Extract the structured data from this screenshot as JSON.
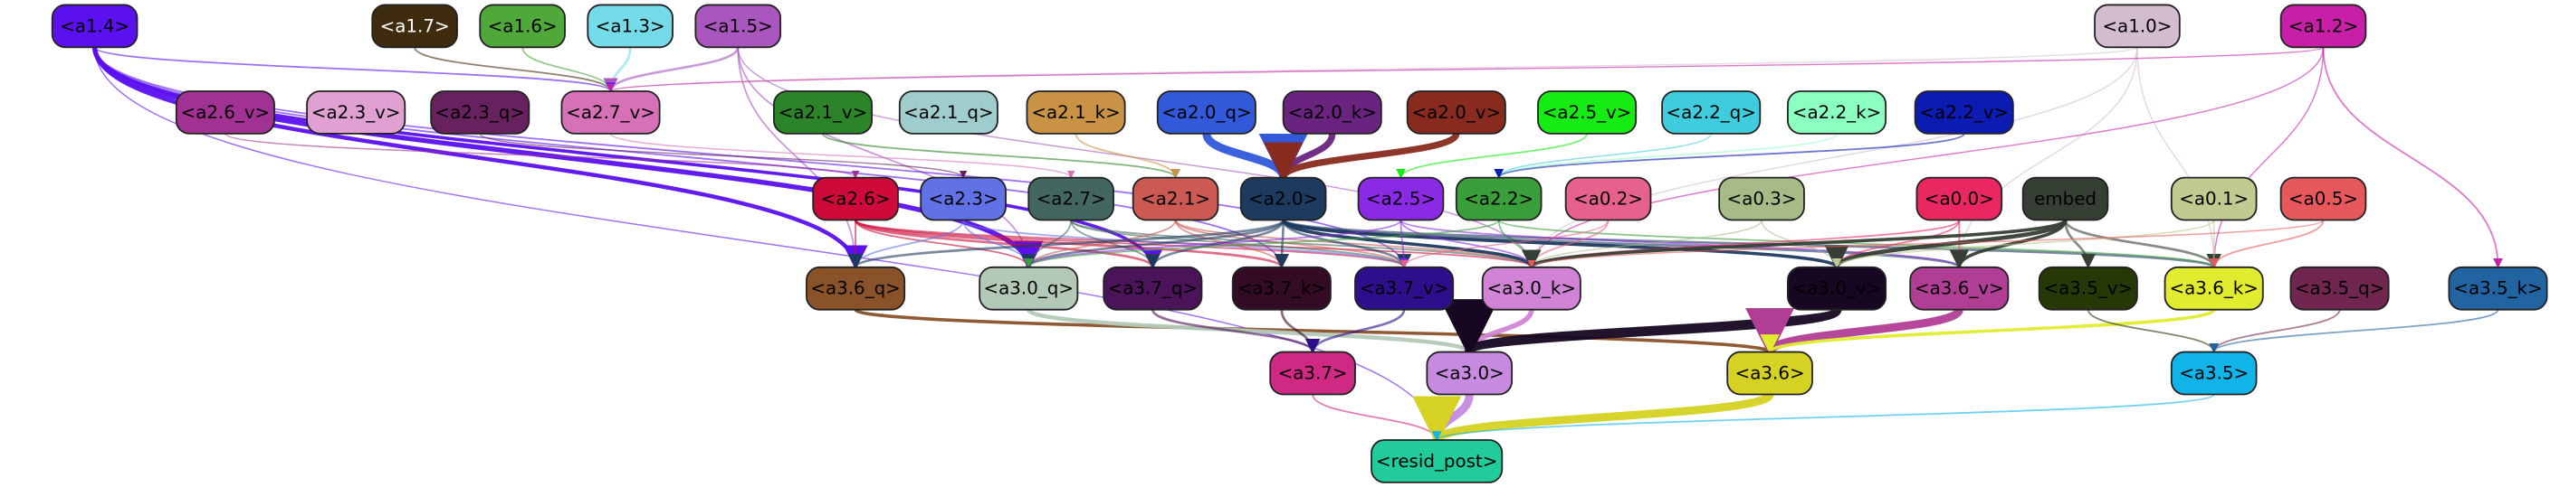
{
  "nodes": [
    {
      "id": "a1_4",
      "label": "<a1.4>",
      "color": "#5b10ee",
      "text": "#000000"
    },
    {
      "id": "a1_7",
      "label": "<a1.7>",
      "color": "#3f2c0e",
      "text": "#ffffff"
    },
    {
      "id": "a1_6",
      "label": "<a1.6>",
      "color": "#4ea83a",
      "text": "#000000"
    },
    {
      "id": "a1_3",
      "label": "<a1.3>",
      "color": "#76dbe8",
      "text": "#000000"
    },
    {
      "id": "a1_5",
      "label": "<a1.5>",
      "color": "#a956be",
      "text": "#000000"
    },
    {
      "id": "a1_0",
      "label": "<a1.0>",
      "color": "#d4bcd0",
      "text": "#000000"
    },
    {
      "id": "a1_2",
      "label": "<a1.2>",
      "color": "#c81fa8",
      "text": "#000000"
    },
    {
      "id": "a2_6_v",
      "label": "<a2.6_v>",
      "color": "#a13192",
      "text": "#000000"
    },
    {
      "id": "a2_3_v",
      "label": "<a2.3_v>",
      "color": "#e0a0d2",
      "text": "#000000"
    },
    {
      "id": "a2_3_q",
      "label": "<a2.3_q>",
      "color": "#67215e",
      "text": "#000000"
    },
    {
      "id": "a2_7_v",
      "label": "<a2.7_v>",
      "color": "#d671b7",
      "text": "#000000"
    },
    {
      "id": "a2_1_v",
      "label": "<a2.1_v>",
      "color": "#2b8427",
      "text": "#000000"
    },
    {
      "id": "a2_1_q",
      "label": "<a2.1_q>",
      "color": "#9fcdcd",
      "text": "#000000"
    },
    {
      "id": "a2_1_k",
      "label": "<a2.1_k>",
      "color": "#c99244",
      "text": "#000000"
    },
    {
      "id": "a2_0_q",
      "label": "<a2.0_q>",
      "color": "#3159da",
      "text": "#000000"
    },
    {
      "id": "a2_0_k",
      "label": "<a2.0_k>",
      "color": "#6a237f",
      "text": "#000000"
    },
    {
      "id": "a2_0_v",
      "label": "<a2.0_v>",
      "color": "#882b1e",
      "text": "#000000"
    },
    {
      "id": "a2_5_v",
      "label": "<a2.5_v>",
      "color": "#16eb13",
      "text": "#000000"
    },
    {
      "id": "a2_2_q",
      "label": "<a2.2_q>",
      "color": "#3fcddd",
      "text": "#000000"
    },
    {
      "id": "a2_2_k",
      "label": "<a2.2_k>",
      "color": "#8affbf",
      "text": "#000000"
    },
    {
      "id": "a2_2_v",
      "label": "<a2.2_v>",
      "color": "#0c1bb2",
      "text": "#000000"
    },
    {
      "id": "a2_6",
      "label": "<a2.6>",
      "color": "#cd0a39",
      "text": "#000000"
    },
    {
      "id": "a2_3",
      "label": "<a2.3>",
      "color": "#6072e5",
      "text": "#000000"
    },
    {
      "id": "a2_7",
      "label": "<a2.7>",
      "color": "#43675f",
      "text": "#000000"
    },
    {
      "id": "a2_1",
      "label": "<a2.1>",
      "color": "#cc5a53",
      "text": "#000000"
    },
    {
      "id": "a2_0",
      "label": "<a2.0>",
      "color": "#1d3a5f",
      "text": "#000000"
    },
    {
      "id": "a2_5",
      "label": "<a2.5>",
      "color": "#8b2ae5",
      "text": "#000000"
    },
    {
      "id": "a2_2",
      "label": "<a2.2>",
      "color": "#3a9f3a",
      "text": "#000000"
    },
    {
      "id": "a0_2",
      "label": "<a0.2>",
      "color": "#e6628c",
      "text": "#000000"
    },
    {
      "id": "a0_3",
      "label": "<a0.3>",
      "color": "#a6bb85",
      "text": "#000000"
    },
    {
      "id": "a0_0",
      "label": "<a0.0>",
      "color": "#e92760",
      "text": "#000000"
    },
    {
      "id": "embed",
      "label": "embed",
      "color": "#353f33",
      "text": "#000000"
    },
    {
      "id": "a0_1",
      "label": "<a0.1>",
      "color": "#c1ca91",
      "text": "#000000"
    },
    {
      "id": "a0_5",
      "label": "<a0.5>",
      "color": "#e7585d",
      "text": "#000000"
    },
    {
      "id": "a3_6_q",
      "label": "<a3.6_q>",
      "color": "#8a5229",
      "text": "#000000"
    },
    {
      "id": "a3_0_q",
      "label": "<a3.0_q>",
      "color": "#b3c9b8",
      "text": "#000000"
    },
    {
      "id": "a3_7_q",
      "label": "<a3.7_q>",
      "color": "#4b1359",
      "text": "#000000"
    },
    {
      "id": "a3_7_k",
      "label": "<a3.7_k>",
      "color": "#340b25",
      "text": "#000000"
    },
    {
      "id": "a3_7_v",
      "label": "<a3.7_v>",
      "color": "#2d0f8b",
      "text": "#000000"
    },
    {
      "id": "a3_0_k",
      "label": "<a3.0_k>",
      "color": "#d184d5",
      "text": "#000000"
    },
    {
      "id": "a3_0_v",
      "label": "<a3.0_v>",
      "color": "#170723",
      "text": "#000000"
    },
    {
      "id": "a3_6_v",
      "label": "<a3.6_v>",
      "color": "#b13e95",
      "text": "#000000"
    },
    {
      "id": "a3_5_v",
      "label": "<a3.5_v>",
      "color": "#253806",
      "text": "#000000"
    },
    {
      "id": "a3_6_k",
      "label": "<a3.6_k>",
      "color": "#e2ec2e",
      "text": "#000000"
    },
    {
      "id": "a3_5_q",
      "label": "<a3.5_q>",
      "color": "#70264f",
      "text": "#000000"
    },
    {
      "id": "a3_5_k",
      "label": "<a3.5_k>",
      "color": "#2264a2",
      "text": "#000000"
    },
    {
      "id": "a3_7",
      "label": "<a3.7>",
      "color": "#d02984",
      "text": "#000000"
    },
    {
      "id": "a3_0",
      "label": "<a3.0>",
      "color": "#c68ae0",
      "text": "#000000"
    },
    {
      "id": "a3_6",
      "label": "<a3.6>",
      "color": "#d5d223",
      "text": "#000000"
    },
    {
      "id": "a3_5",
      "label": "<a3.5>",
      "color": "#10b4e8",
      "text": "#000000"
    },
    {
      "id": "resid_post",
      "label": "<resid_post>",
      "color": "#22cb9a",
      "text": "#000000"
    }
  ],
  "edges": [
    {
      "from": "a1_7",
      "to": "a2_7_v",
      "color": "#3f2c0e",
      "width": 1
    },
    {
      "from": "a1_6",
      "to": "a2_7_v",
      "color": "#4ea83a",
      "width": 1
    },
    {
      "from": "a1_3",
      "to": "a2_7_v",
      "color": "#76dbe8",
      "width": 1.5
    },
    {
      "from": "a1_5",
      "to": "a2_7_v",
      "color": "#a956be",
      "width": 1.5
    },
    {
      "from": "a1_5",
      "to": "a3_6_q",
      "color": "#a956be",
      "width": 1
    },
    {
      "from": "a1_5",
      "to": "a3_0_q",
      "color": "#a956be",
      "width": 1
    },
    {
      "from": "a1_5",
      "to": "a3_0_k",
      "color": "#a956be",
      "width": 0.8
    },
    {
      "from": "a1_4",
      "to": "a2_7_v",
      "color": "#5b10ee",
      "width": 1
    },
    {
      "from": "a1_4",
      "to": "a3_6_q",
      "color": "#5b10ee",
      "width": 2.5
    },
    {
      "from": "a1_4",
      "to": "a3_0_q",
      "color": "#5b10ee",
      "width": 3
    },
    {
      "from": "a1_4",
      "to": "a3_7_q",
      "color": "#5b10ee",
      "width": 2
    },
    {
      "from": "a1_4",
      "to": "a3_7_k",
      "color": "#5b10ee",
      "width": 1
    },
    {
      "from": "a1_4",
      "to": "a3_7_v",
      "color": "#5b10ee",
      "width": 1
    },
    {
      "from": "a1_4",
      "to": "resid_post",
      "color": "#5b10ee",
      "width": 0.8
    },
    {
      "from": "a1_0",
      "to": "a2_7_v",
      "color": "#d4bcd0",
      "width": 0.8
    },
    {
      "from": "a1_0",
      "to": "a3_0_k",
      "color": "#d4bcd0",
      "width": 0.8
    },
    {
      "from": "a1_0",
      "to": "a3_6_v",
      "color": "#d4bcd0",
      "width": 0.8
    },
    {
      "from": "a1_0",
      "to": "a3_6_k",
      "color": "#d4bcd0",
      "width": 0.8
    },
    {
      "from": "a1_2",
      "to": "a2_7_v",
      "color": "#c81fa8",
      "width": 0.8
    },
    {
      "from": "a1_2",
      "to": "a3_0_k",
      "color": "#c81fa8",
      "width": 0.8
    },
    {
      "from": "a1_2",
      "to": "a3_6_k",
      "color": "#c81fa8",
      "width": 0.8
    },
    {
      "from": "a1_2",
      "to": "a3_5_k",
      "color": "#c81fa8",
      "width": 1
    },
    {
      "from": "a2_6_v",
      "to": "a2_6",
      "color": "#a13192",
      "width": 0.8
    },
    {
      "from": "a2_3_q",
      "to": "a2_3",
      "color": "#67215e",
      "width": 0.8
    },
    {
      "from": "a2_7_v",
      "to": "a2_7",
      "color": "#d671b7",
      "width": 0.8
    },
    {
      "from": "a2_1_v",
      "to": "a2_1",
      "color": "#2b8427",
      "width": 1
    },
    {
      "from": "a2_1_k",
      "to": "a2_1",
      "color": "#c99244",
      "width": 1
    },
    {
      "from": "a2_0_q",
      "to": "a2_0",
      "color": "#3159da",
      "width": 5
    },
    {
      "from": "a2_0_k",
      "to": "a2_0",
      "color": "#6a237f",
      "width": 4
    },
    {
      "from": "a2_0_v",
      "to": "a2_0",
      "color": "#882b1e",
      "width": 4
    },
    {
      "from": "a2_5_v",
      "to": "a2_5",
      "color": "#16eb13",
      "width": 1
    },
    {
      "from": "a2_2_q",
      "to": "a2_2",
      "color": "#3fcddd",
      "width": 0.8
    },
    {
      "from": "a2_2_k",
      "to": "a2_2",
      "color": "#8affbf",
      "width": 0.8
    },
    {
      "from": "a2_2_v",
      "to": "a2_2",
      "color": "#0c1bb2",
      "width": 1
    },
    {
      "from": "a2_6",
      "to": "a3_6_q",
      "color": "#cd0a39",
      "width": 1
    },
    {
      "from": "a2_6",
      "to": "a3_0_q",
      "color": "#cd0a39",
      "width": 1
    },
    {
      "from": "a2_6",
      "to": "a3_7_q",
      "color": "#cd0a39",
      "width": 1.5
    },
    {
      "from": "a2_6",
      "to": "a3_7_k",
      "color": "#cd0a39",
      "width": 1.5
    },
    {
      "from": "a2_6",
      "to": "a3_7_v",
      "color": "#cd0a39",
      "width": 1
    },
    {
      "from": "a2_6",
      "to": "a3_0_k",
      "color": "#cd0a39",
      "width": 1
    },
    {
      "from": "a2_3",
      "to": "a3_6_q",
      "color": "#6072e5",
      "width": 1
    },
    {
      "from": "a2_3",
      "to": "a3_0_q",
      "color": "#6072e5",
      "width": 1
    },
    {
      "from": "a2_3",
      "to": "a3_7_v",
      "color": "#6072e5",
      "width": 1
    },
    {
      "from": "a2_7",
      "to": "a3_0_q",
      "color": "#43675f",
      "width": 1
    },
    {
      "from": "a2_7",
      "to": "a3_7_q",
      "color": "#43675f",
      "width": 1
    },
    {
      "from": "a2_7",
      "to": "a3_7_v",
      "color": "#43675f",
      "width": 1
    },
    {
      "from": "a2_7",
      "to": "a3_0_k",
      "color": "#43675f",
      "width": 1
    },
    {
      "from": "a2_1",
      "to": "a3_0_q",
      "color": "#cc5a53",
      "width": 1
    },
    {
      "from": "a2_1",
      "to": "a3_7_k",
      "color": "#cc5a53",
      "width": 1
    },
    {
      "from": "a2_1",
      "to": "a3_7_v",
      "color": "#cc5a53",
      "width": 1
    },
    {
      "from": "a2_1",
      "to": "a3_0_k",
      "color": "#cc5a53",
      "width": 1
    },
    {
      "from": "a2_0",
      "to": "a3_6_q",
      "color": "#1d3a5f",
      "width": 1.5
    },
    {
      "from": "a2_0",
      "to": "a3_0_q",
      "color": "#1d3a5f",
      "width": 1.5
    },
    {
      "from": "a2_0",
      "to": "a3_7_q",
      "color": "#1d3a5f",
      "width": 1.5
    },
    {
      "from": "a2_0",
      "to": "a3_7_k",
      "color": "#1d3a5f",
      "width": 1.5
    },
    {
      "from": "a2_0",
      "to": "a3_7_v",
      "color": "#1d3a5f",
      "width": 1.5
    },
    {
      "from": "a2_0",
      "to": "a3_0_k",
      "color": "#1d3a5f",
      "width": 2
    },
    {
      "from": "a2_0",
      "to": "a3_0_v",
      "color": "#1d3a5f",
      "width": 2
    },
    {
      "from": "a2_0",
      "to": "a3_6_v",
      "color": "#1d3a5f",
      "width": 1.5
    },
    {
      "from": "a2_0",
      "to": "a3_6_k",
      "color": "#1d3a5f",
      "width": 1.5
    },
    {
      "from": "a2_5",
      "to": "a3_0_q",
      "color": "#8b2ae5",
      "width": 1
    },
    {
      "from": "a2_5",
      "to": "a3_7_v",
      "color": "#8b2ae5",
      "width": 1
    },
    {
      "from": "a2_5",
      "to": "a3_0_k",
      "color": "#8b2ae5",
      "width": 1
    },
    {
      "from": "a2_5",
      "to": "a3_6_v",
      "color": "#8b2ae5",
      "width": 1
    },
    {
      "from": "a2_2",
      "to": "a3_0_q",
      "color": "#3a9f3a",
      "width": 1
    },
    {
      "from": "a2_2",
      "to": "a3_0_k",
      "color": "#3a9f3a",
      "width": 1
    },
    {
      "from": "a2_2",
      "to": "a3_6_k",
      "color": "#3a9f3a",
      "width": 1
    },
    {
      "from": "a0_2",
      "to": "a3_0_k",
      "color": "#e6628c",
      "width": 1
    },
    {
      "from": "a0_2",
      "to": "a3_7_v",
      "color": "#e6628c",
      "width": 0.8
    },
    {
      "from": "a0_3",
      "to": "a3_0_k",
      "color": "#a6bb85",
      "width": 0.8
    },
    {
      "from": "a0_3",
      "to": "a3_0_v",
      "color": "#a6bb85",
      "width": 0.8
    },
    {
      "from": "a0_0",
      "to": "a3_0_k",
      "color": "#e92760",
      "width": 1
    },
    {
      "from": "a0_0",
      "to": "a3_0_v",
      "color": "#e92760",
      "width": 1
    },
    {
      "from": "a0_0",
      "to": "a3_6_v",
      "color": "#e92760",
      "width": 1
    },
    {
      "from": "embed",
      "to": "a3_0_k",
      "color": "#353f33",
      "width": 2
    },
    {
      "from": "embed",
      "to": "a3_0_v",
      "color": "#353f33",
      "width": 2.5
    },
    {
      "from": "embed",
      "to": "a3_6_v",
      "color": "#353f33",
      "width": 2
    },
    {
      "from": "embed",
      "to": "a3_5_v",
      "color": "#353f33",
      "width": 1.5
    },
    {
      "from": "embed",
      "to": "a3_6_k",
      "color": "#353f33",
      "width": 1.5
    },
    {
      "from": "a0_1",
      "to": "a3_0_v",
      "color": "#c1ca91",
      "width": 1
    },
    {
      "from": "a0_1",
      "to": "a3_6_k",
      "color": "#c1ca91",
      "width": 1
    },
    {
      "from": "a0_5",
      "to": "a3_6_k",
      "color": "#e7585d",
      "width": 1
    },
    {
      "from": "a0_5",
      "to": "a3_0_k",
      "color": "#e7585d",
      "width": 0.8
    },
    {
      "from": "a3_6_q",
      "to": "a3_6",
      "color": "#8a5229",
      "width": 2
    },
    {
      "from": "a3_0_q",
      "to": "a3_0",
      "color": "#b3c9b8",
      "width": 2.5
    },
    {
      "from": "a3_7_q",
      "to": "a3_7",
      "color": "#4b1359",
      "width": 1.5
    },
    {
      "from": "a3_7_k",
      "to": "a3_7",
      "color": "#340b25",
      "width": 1.5
    },
    {
      "from": "a3_7_v",
      "to": "a3_7",
      "color": "#2d0f8b",
      "width": 1.5
    },
    {
      "from": "a3_0_k",
      "to": "a3_0",
      "color": "#d184d5",
      "width": 3
    },
    {
      "from": "a3_0_v",
      "to": "a3_0",
      "color": "#170723",
      "width": 6
    },
    {
      "from": "a3_6_v",
      "to": "a3_6",
      "color": "#b13e95",
      "width": 5
    },
    {
      "from": "a3_6_k",
      "to": "a3_6",
      "color": "#e2ec2e",
      "width": 2
    },
    {
      "from": "a3_5_v",
      "to": "a3_5",
      "color": "#253806",
      "width": 1
    },
    {
      "from": "a3_5_q",
      "to": "a3_5",
      "color": "#70264f",
      "width": 1
    },
    {
      "from": "a3_5_k",
      "to": "a3_5",
      "color": "#2264a2",
      "width": 1
    },
    {
      "from": "a3_7",
      "to": "resid_post",
      "color": "#d02984",
      "width": 1
    },
    {
      "from": "a3_0",
      "to": "resid_post",
      "color": "#c68ae0",
      "width": 5
    },
    {
      "from": "a3_6",
      "to": "resid_post",
      "color": "#d5d223",
      "width": 5
    },
    {
      "from": "a3_5",
      "to": "resid_post",
      "color": "#10b4e8",
      "width": 1
    }
  ]
}
